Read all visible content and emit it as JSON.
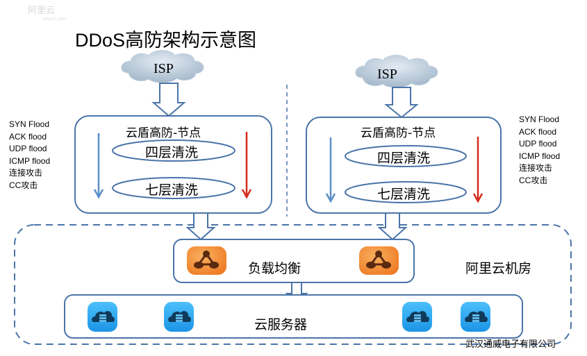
{
  "title": "DDoS高防架构示意图",
  "logo": {
    "name": "阿里云",
    "sub": "aliyun.com"
  },
  "colors": {
    "outline": "#4a74a8",
    "arrow_blue": "#5b8ec9",
    "arrow_red": "#d42c1a",
    "cloud_fill": "#b9c9d8",
    "lb_icon": "#f08a2e",
    "server_icon": "#2aa7ee"
  },
  "left": {
    "isp_label": "ISP",
    "node_title": "云盾高防-节点",
    "layer4": "四层清洗",
    "layer7": "七层清洗",
    "attacks": [
      "SYN Flood",
      "ACK flood",
      "UDP flood",
      "ICMP flood",
      "连接攻击",
      "CC攻击"
    ]
  },
  "right": {
    "isp_label": "ISP",
    "node_title": "云盾高防-节点",
    "layer4": "四层清洗",
    "layer7": "七层清洗",
    "attacks": [
      "SYN Flood",
      "ACK flood",
      "UDP flood",
      "ICMP flood",
      "连接攻击",
      "CC攻击"
    ]
  },
  "datacenter": {
    "label": "阿里云机房",
    "load_balancer_label": "负载均衡",
    "servers_label": "云服务器"
  },
  "company": "武汉通威电子有限公司"
}
